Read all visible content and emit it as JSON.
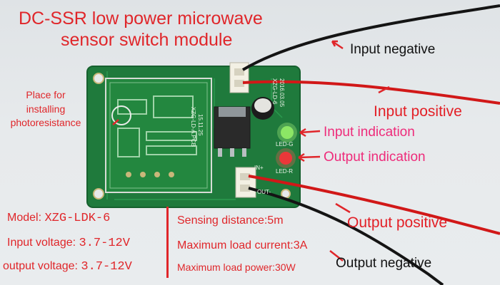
{
  "title": {
    "line1": "DC-SSR low power microwave",
    "line2": "sensor switch module"
  },
  "note_lines": [
    "Place for",
    "installing",
    "photoresistance"
  ],
  "annotations": {
    "input_negative": "Input negative",
    "input_positive": "Input positive",
    "input_indication": "Input indication",
    "output_indication": "Output indication",
    "output_positive": "Output positive",
    "output_negative": "Output negative"
  },
  "specs_left": {
    "model_label": "Model:",
    "model_value": "XZG-LDK-6",
    "input_voltage_label": "Input voltage:",
    "input_voltage_value": "3.7-12V",
    "output_voltage_label": "output voltage:",
    "output_voltage_value": "3.7-12V"
  },
  "specs_right": {
    "sensing_distance": "Sensing distance:5m",
    "max_load_current": "Maximum load current:3A",
    "max_load_power": "Maximum load power:30W"
  },
  "pcb_silkscreen": {
    "board_text": "XZG-LD-A.PCB",
    "board_date": "15.11.25",
    "side_text": "XZG-LD-6",
    "side_date": "2016.03.05",
    "led_label": "LED-G",
    "led_label2": "LED-R",
    "vin_label": "IN+",
    "vout_label": "OUT-"
  },
  "colors": {
    "pcb_green": "#1f7a3c",
    "label_red": "#e0262a",
    "label_pink": "#ee2b7a",
    "wire_red": "#d11818",
    "wire_black": "#141414"
  }
}
